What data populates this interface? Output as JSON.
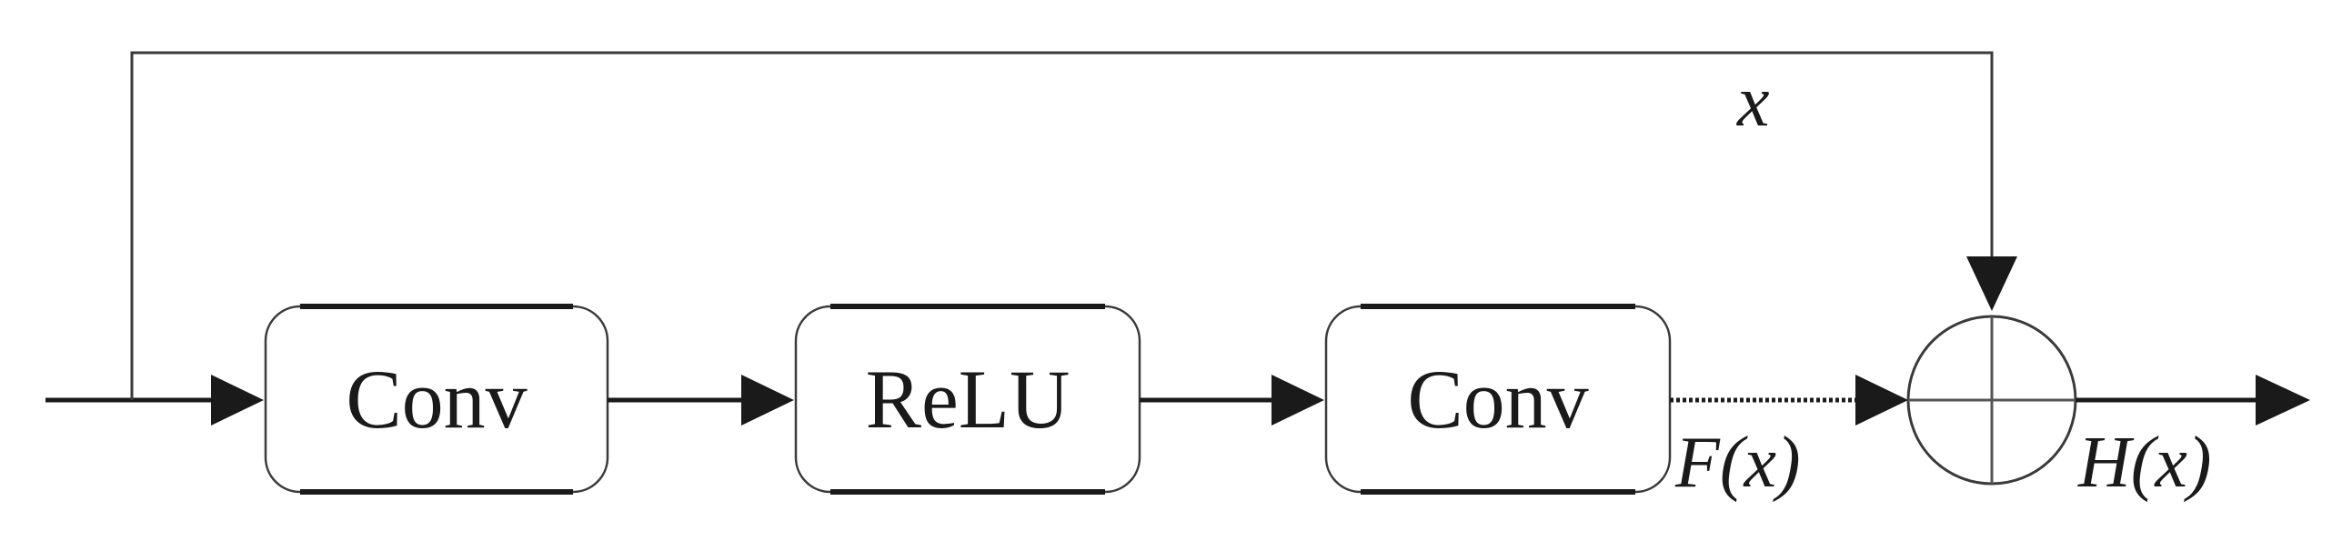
{
  "diagram": {
    "blocks": [
      {
        "id": "conv1",
        "label": "Conv"
      },
      {
        "id": "relu",
        "label": "ReLU"
      },
      {
        "id": "conv2",
        "label": "Conv"
      }
    ],
    "labels": {
      "skip": "x",
      "residual": "F(x)",
      "output": "H(x)"
    }
  }
}
